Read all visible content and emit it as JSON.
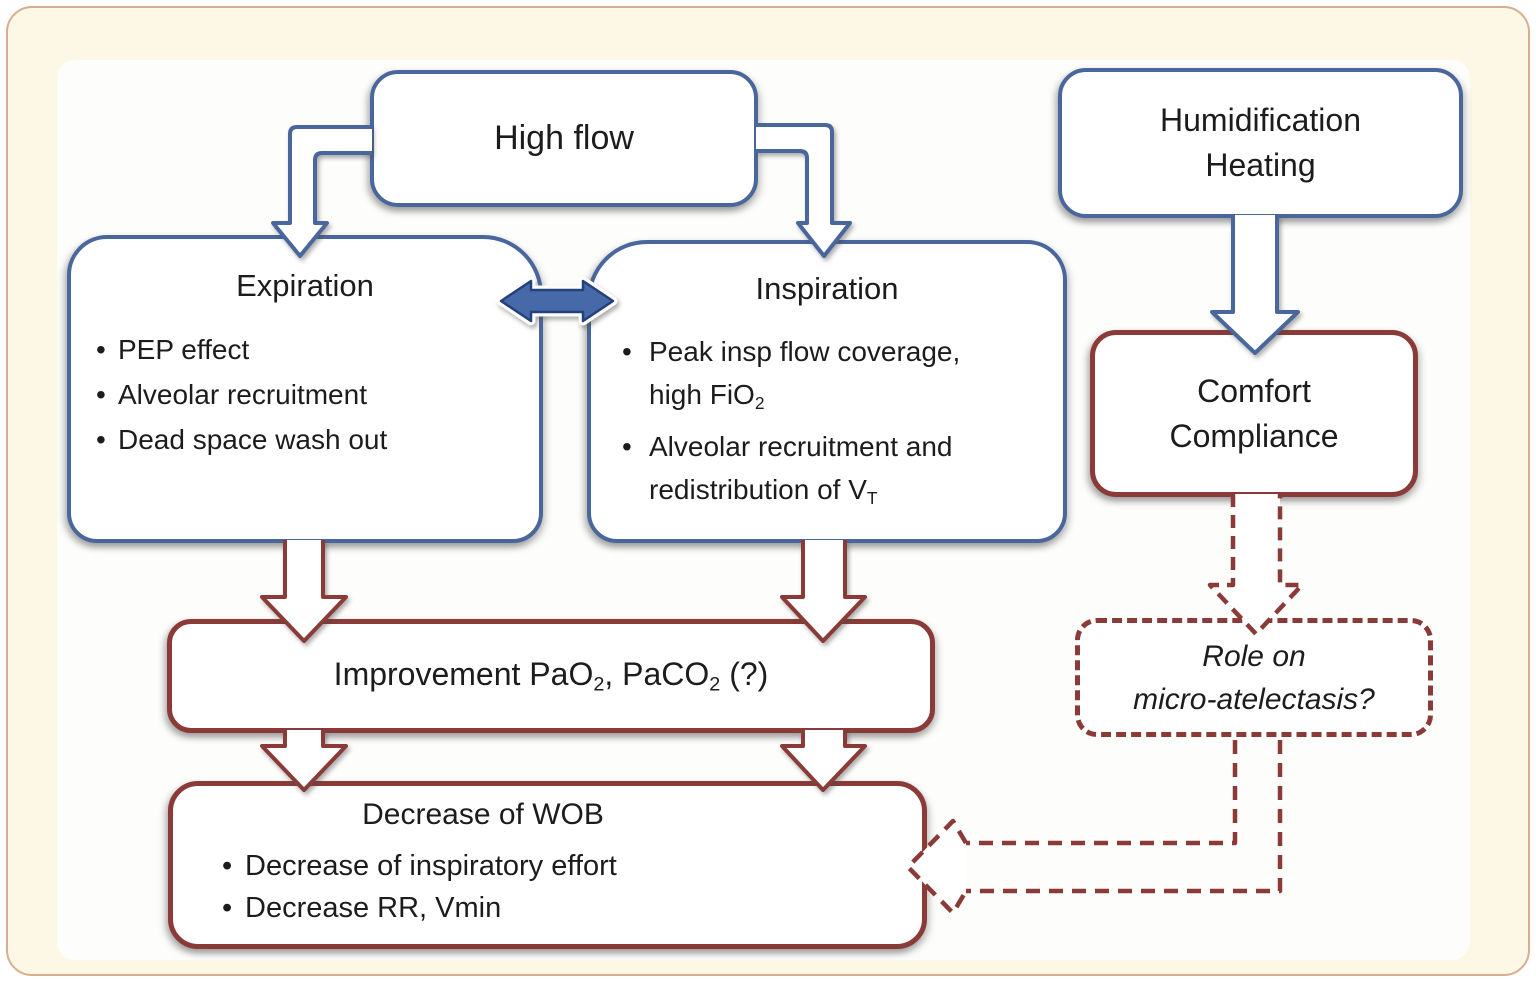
{
  "figure": {
    "description_title": "High flow mechanisms flowchart"
  },
  "colors": {
    "blue_border": "#49679c",
    "blue_arrow_fill": "#4769a8",
    "blue_arrow_edge": "#24427a",
    "maroon": "#8a3b38",
    "text": "#1c1c1c",
    "frame_bg": "#fdf7e6",
    "frame_border": "#d8ae8c",
    "panel_bg": "#fdfdfb"
  },
  "bullet_glyph": "•",
  "nodes": {
    "high_flow": {
      "title": "High flow"
    },
    "humidification": {
      "line1": "Humidification",
      "line2": "Heating"
    },
    "expiration": {
      "title": "Expiration",
      "bullets": [
        "PEP effect",
        "Alveolar recruitment",
        "Dead space wash out"
      ]
    },
    "inspiration": {
      "title": "Inspiration",
      "b1_l1": "Peak insp flow coverage,",
      "b1_l2_text": "high FiO",
      "b1_l2_sub": "2",
      "b2_l1": "Alveolar recruitment and",
      "b2_l2_text": "redistribution of V",
      "b2_l2_sub": "T"
    },
    "comfort": {
      "line1": "Comfort",
      "line2": "Compliance"
    },
    "improvement": {
      "seg1": "Improvement PaO",
      "sub1": "2",
      "seg2": ", PaCO",
      "sub2": "2",
      "seg3": " (?)"
    },
    "role": {
      "line1": "Role on",
      "line2": "micro-atelectasis?"
    },
    "wob": {
      "title": "Decrease of WOB",
      "bullets": [
        "Decrease of inspiratory effort",
        "Decrease RR, Vmin"
      ]
    }
  }
}
